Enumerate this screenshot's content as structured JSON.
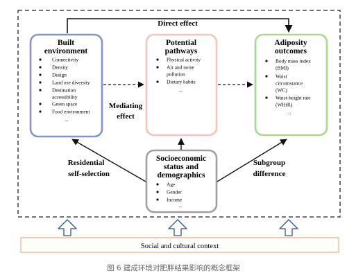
{
  "diagram": {
    "direct_effect_label": "Direct effect",
    "mediating_label_1": "Mediating",
    "mediating_label_2": "effect",
    "residential_label_1": "Residential",
    "residential_label_2": "self-selection",
    "subgroup_label_1": "Subgroup",
    "subgroup_label_2": "difference",
    "context_label": "Social and cultural context",
    "built_environment": {
      "title_1": "Built",
      "title_2": "environment",
      "color": "#7f98cc",
      "items": [
        "Connectivity",
        "Density",
        "Design",
        "Land use diversity",
        "Destination",
        "accessibility",
        "Green space",
        "Food environment",
        "..."
      ]
    },
    "potential_pathways": {
      "title_1": "Potential",
      "title_2": "pathways",
      "color": "#f2c7b3",
      "items": [
        "Physical activity",
        "Air and noise",
        "pollution",
        "Dietary habits",
        "..."
      ]
    },
    "adiposity_outcomes": {
      "title_1": "Adiposity",
      "title_2": "outcomes",
      "color": "#a9d98a",
      "items": [
        "Body mass index",
        "(BMI)",
        "Waist",
        "circumstance",
        "(WC)",
        "Waist-height rate",
        "(WHtR)",
        "..."
      ]
    },
    "socioeconomic": {
      "title_1": "Socioeconomic",
      "title_2": "status and",
      "title_3": "demographics",
      "color": "#a0a0a0",
      "items": [
        "Age",
        "Gender",
        "Income",
        "..."
      ]
    }
  },
  "caption": "图 6 建成环境对肥胖结果影响的概念框架"
}
